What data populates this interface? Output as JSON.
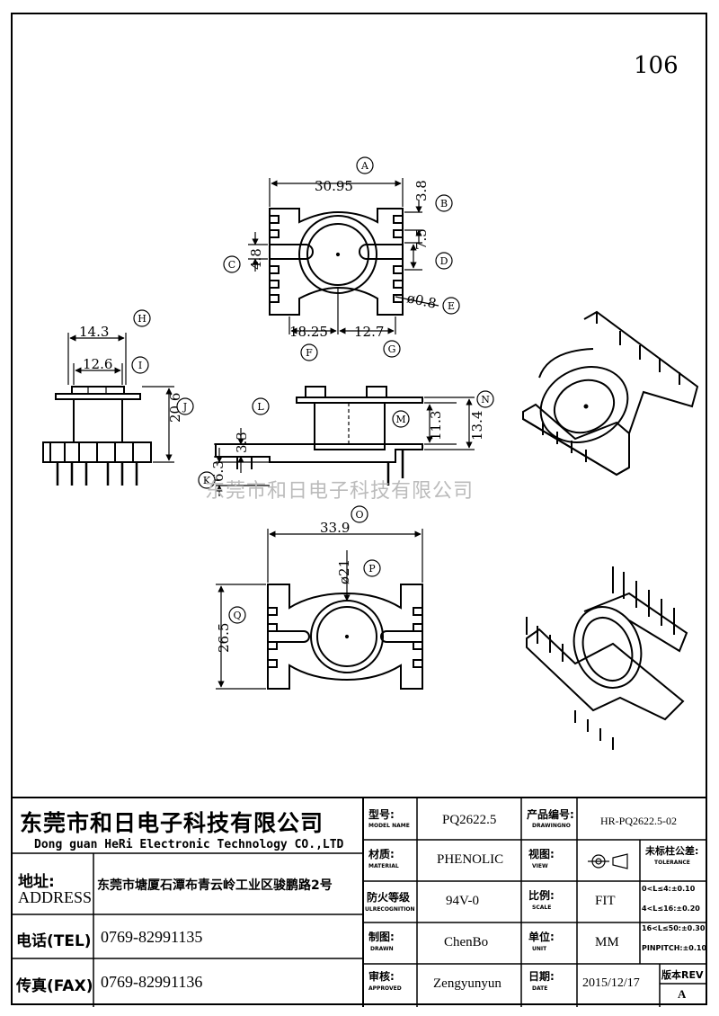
{
  "page_number": "106",
  "watermark": "东莞市和日电子科技有限公司",
  "drawing": {
    "dimensions": {
      "a": "30.95",
      "b": "3.8",
      "c": "4.8",
      "d": "7.5",
      "e": "ø0.8",
      "f": "18.25",
      "g": "12.7",
      "h": "14.3",
      "i": "12.6",
      "j": "20.6",
      "k": "6.3",
      "l": "3.3",
      "m": "11.3",
      "n": "13.4",
      "o": "33.9",
      "p": "ø21",
      "q": "26.5"
    },
    "balloons": [
      "A",
      "B",
      "C",
      "D",
      "E",
      "F",
      "G",
      "H",
      "I",
      "J",
      "K",
      "L",
      "M",
      "N",
      "O",
      "P",
      "Q"
    ]
  },
  "title_block": {
    "company_cn": "东莞市和日电子科技有限公司",
    "company_en": "Dong guan HeRi Electronic Technology CO.,LTD",
    "address_label_cn": "地址:",
    "address_label_en": "ADDRESS",
    "address_value": "东莞市塘厦石潭布青云岭工业区骏鹏路2号",
    "tel_label": "电话(TEL)",
    "tel_value": "0769-82991135",
    "fax_label": "传真(FAX)",
    "fax_value": "0769-82991136",
    "model_label_cn": "型号:",
    "model_label_en": "MODEL NAME",
    "model_value": "PQ2622.5",
    "drawing_no_label_cn": "产品编号:",
    "drawing_no_label_en": "DRAWINGNO",
    "drawing_no_value": "HR-PQ2622.5-02",
    "material_label_cn": "材质:",
    "material_label_en": "MATERIAL",
    "material_value": "PHENOLIC",
    "view_label_cn": "视图:",
    "view_label_en": "VIEW",
    "tolerance_label_cn": "未标柱公差:",
    "tolerance_label_en": "TOLERANCE",
    "tolerance_lines": [
      "0<L≤4:±0.10",
      "4<L≤16:±0.20",
      "16<L≤50:±0.30",
      "PINPITCH:±0.10"
    ],
    "flame_label_cn": "防火等级",
    "flame_label_en": "ULRECOGNITION",
    "flame_value": "94V-0",
    "scale_label_cn": "比例:",
    "scale_label_en": "SCALE",
    "scale_value": "FIT",
    "drawn_label_cn": "制图:",
    "drawn_label_en": "DRAWN",
    "drawn_value": "ChenBo",
    "unit_label_cn": "单位:",
    "unit_label_en": "UNIT",
    "unit_value": "MM",
    "approved_label_cn": "审核:",
    "approved_label_en": "APPROVED",
    "approved_value": "Zengyunyun",
    "date_label_cn": "日期:",
    "date_label_en": "DATE",
    "date_value": "2015/12/17",
    "rev_label": "版本REV",
    "rev_value": "A"
  }
}
